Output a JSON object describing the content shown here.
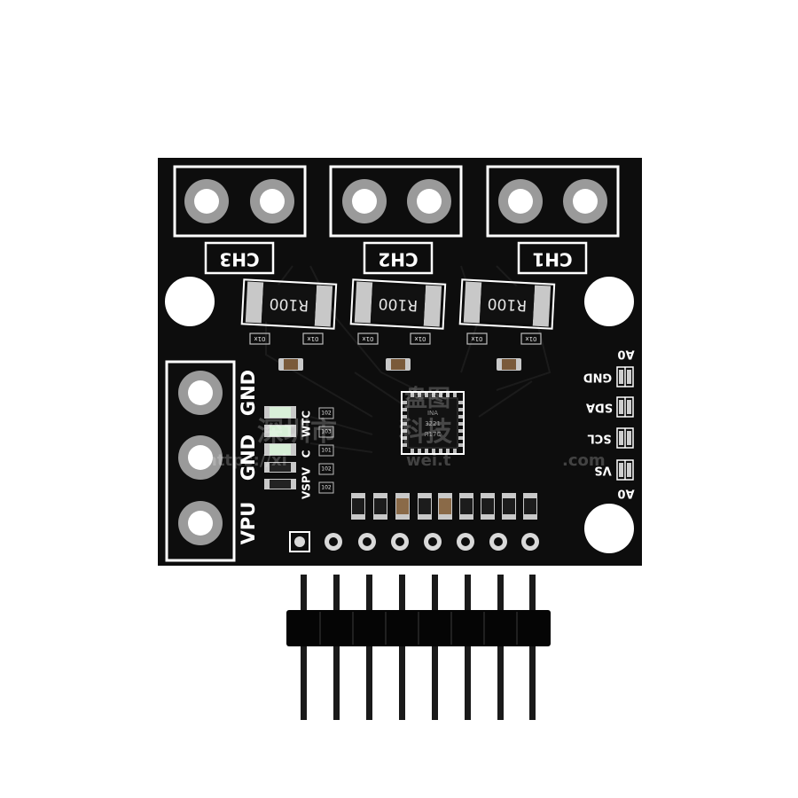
{
  "colors": {
    "pcb": "#0d0d0d",
    "silkscreen": "#ffffff",
    "pad": "#d9d9d9",
    "pin_metal": "#1a1a1a",
    "header_plastic": "#050505",
    "background": "#ffffff"
  },
  "board": {
    "channel_labels": [
      "CH3",
      "CH2",
      "CH1"
    ],
    "shunt_labels": [
      "R100",
      "R100",
      "R100"
    ],
    "small_part_labels": [
      "01x",
      "01x",
      "01x",
      "01x",
      "01x",
      "01x"
    ],
    "left_terminal_labels": {
      "gnd_top": "GND",
      "gnd_mid": "GND",
      "vpu": "VPU"
    },
    "led_labels": [
      "VSPV",
      "C",
      "WTC"
    ],
    "led_codes": [
      "102",
      "103",
      "101",
      "102",
      "102"
    ],
    "right_pin_labels": [
      "A0",
      "GND",
      "SDA",
      "SCL",
      "VS",
      "A0"
    ],
    "chip_marking": [
      "INA",
      "3221",
      "R17C"
    ],
    "watermark": {
      "line1": "深圳市",
      "line2": "盘图",
      "line3": "科技",
      "url_left": "https://xi",
      "url_mid": "wei.t",
      "url_right": ".com"
    }
  },
  "header": {
    "pin_count": 8
  }
}
